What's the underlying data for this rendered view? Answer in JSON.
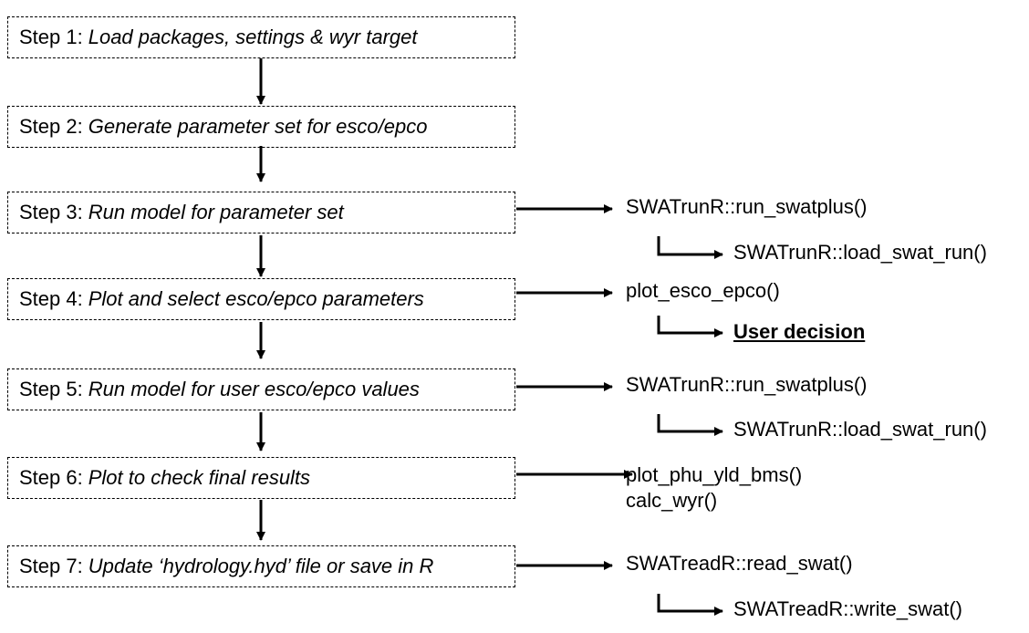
{
  "steps": [
    {
      "label": "Step 1:",
      "desc": "Load packages, settings & wyr target"
    },
    {
      "label": "Step 2:",
      "desc": "Generate parameter set for esco/epco"
    },
    {
      "label": "Step 3:",
      "desc": "Run model for parameter set"
    },
    {
      "label": "Step 4:",
      "desc": "Plot and select esco/epco parameters"
    },
    {
      "label": "Step 5:",
      "desc": "Run model for user esco/epco values"
    },
    {
      "label": "Step 6:",
      "desc": "Plot to check final results"
    },
    {
      "label": "Step 7:",
      "desc": "Update ‘hydrology.hyd’ file or save in R"
    }
  ],
  "functions": {
    "step3_primary": "SWATrunR::run_swatplus()",
    "step3_secondary": "SWATrunR::load_swat_run()",
    "step4_primary": "plot_esco_epco()",
    "step4_secondary": "User decision",
    "step5_primary": "SWATrunR::run_swatplus()",
    "step5_secondary": "SWATrunR::load_swat_run()",
    "step6_primary": "plot_phu_yld_bms()",
    "step6_extra": "calc_wyr()",
    "step7_primary": "SWATreadR::read_swat()",
    "step7_secondary": "SWATreadR::write_swat()"
  }
}
